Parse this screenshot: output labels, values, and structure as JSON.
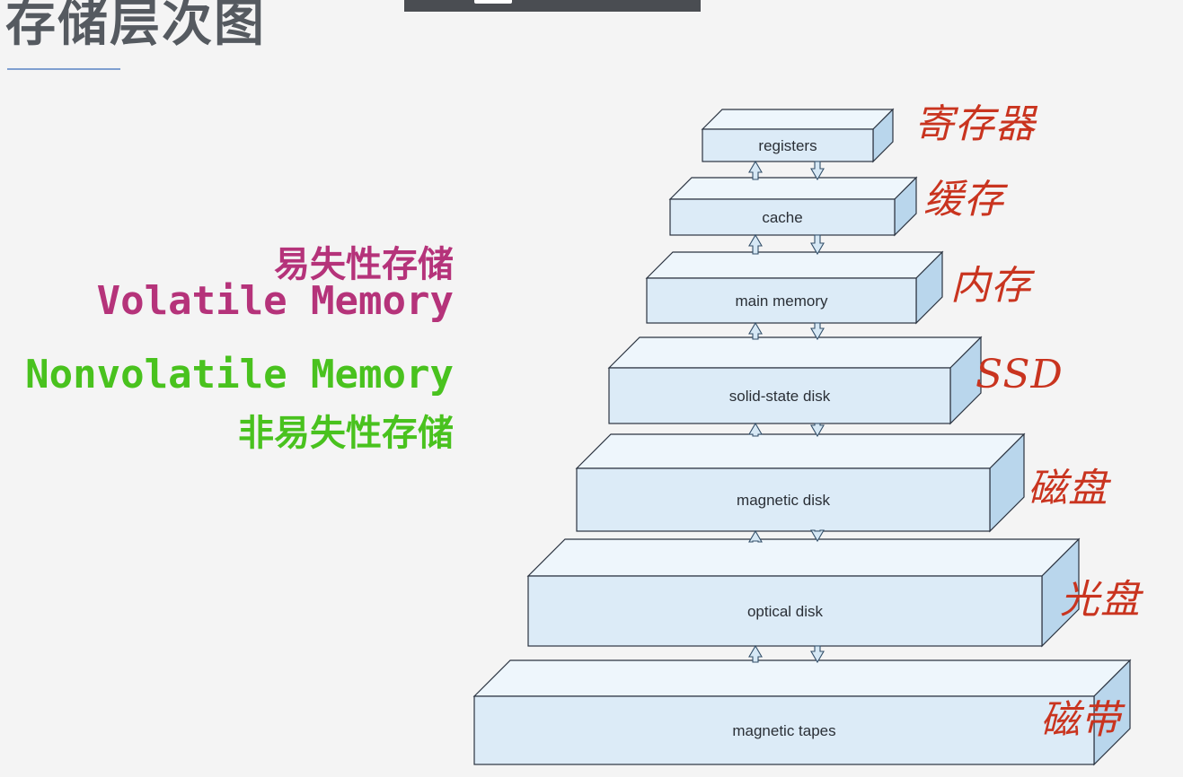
{
  "slide": {
    "title": "存储层次图"
  },
  "legend": {
    "volatile_zh": "易失性存储",
    "volatile_en": "Volatile Memory",
    "nonvolatile_en": "Nonvolatile Memory",
    "nonvolatile_zh": "非易失性存储"
  },
  "hierarchy": [
    {
      "label": "registers",
      "note": "寄存器"
    },
    {
      "label": "cache",
      "note": "缓存"
    },
    {
      "label": "main memory",
      "note": "内存"
    },
    {
      "label": "solid-state disk",
      "note": "SSD"
    },
    {
      "label": "magnetic disk",
      "note": "磁盘"
    },
    {
      "label": "optical disk",
      "note": "光盘"
    },
    {
      "label": "magnetic tapes",
      "note": "磁带"
    }
  ],
  "colors": {
    "title": "#555a60",
    "volatile": "#b5337a",
    "nonvolatile": "#49c21e",
    "box_fill": "#dcebf7",
    "box_stroke": "#2b3340",
    "arrow_fill": "#d6e8f5",
    "annotation_ink": "#c9341f"
  }
}
